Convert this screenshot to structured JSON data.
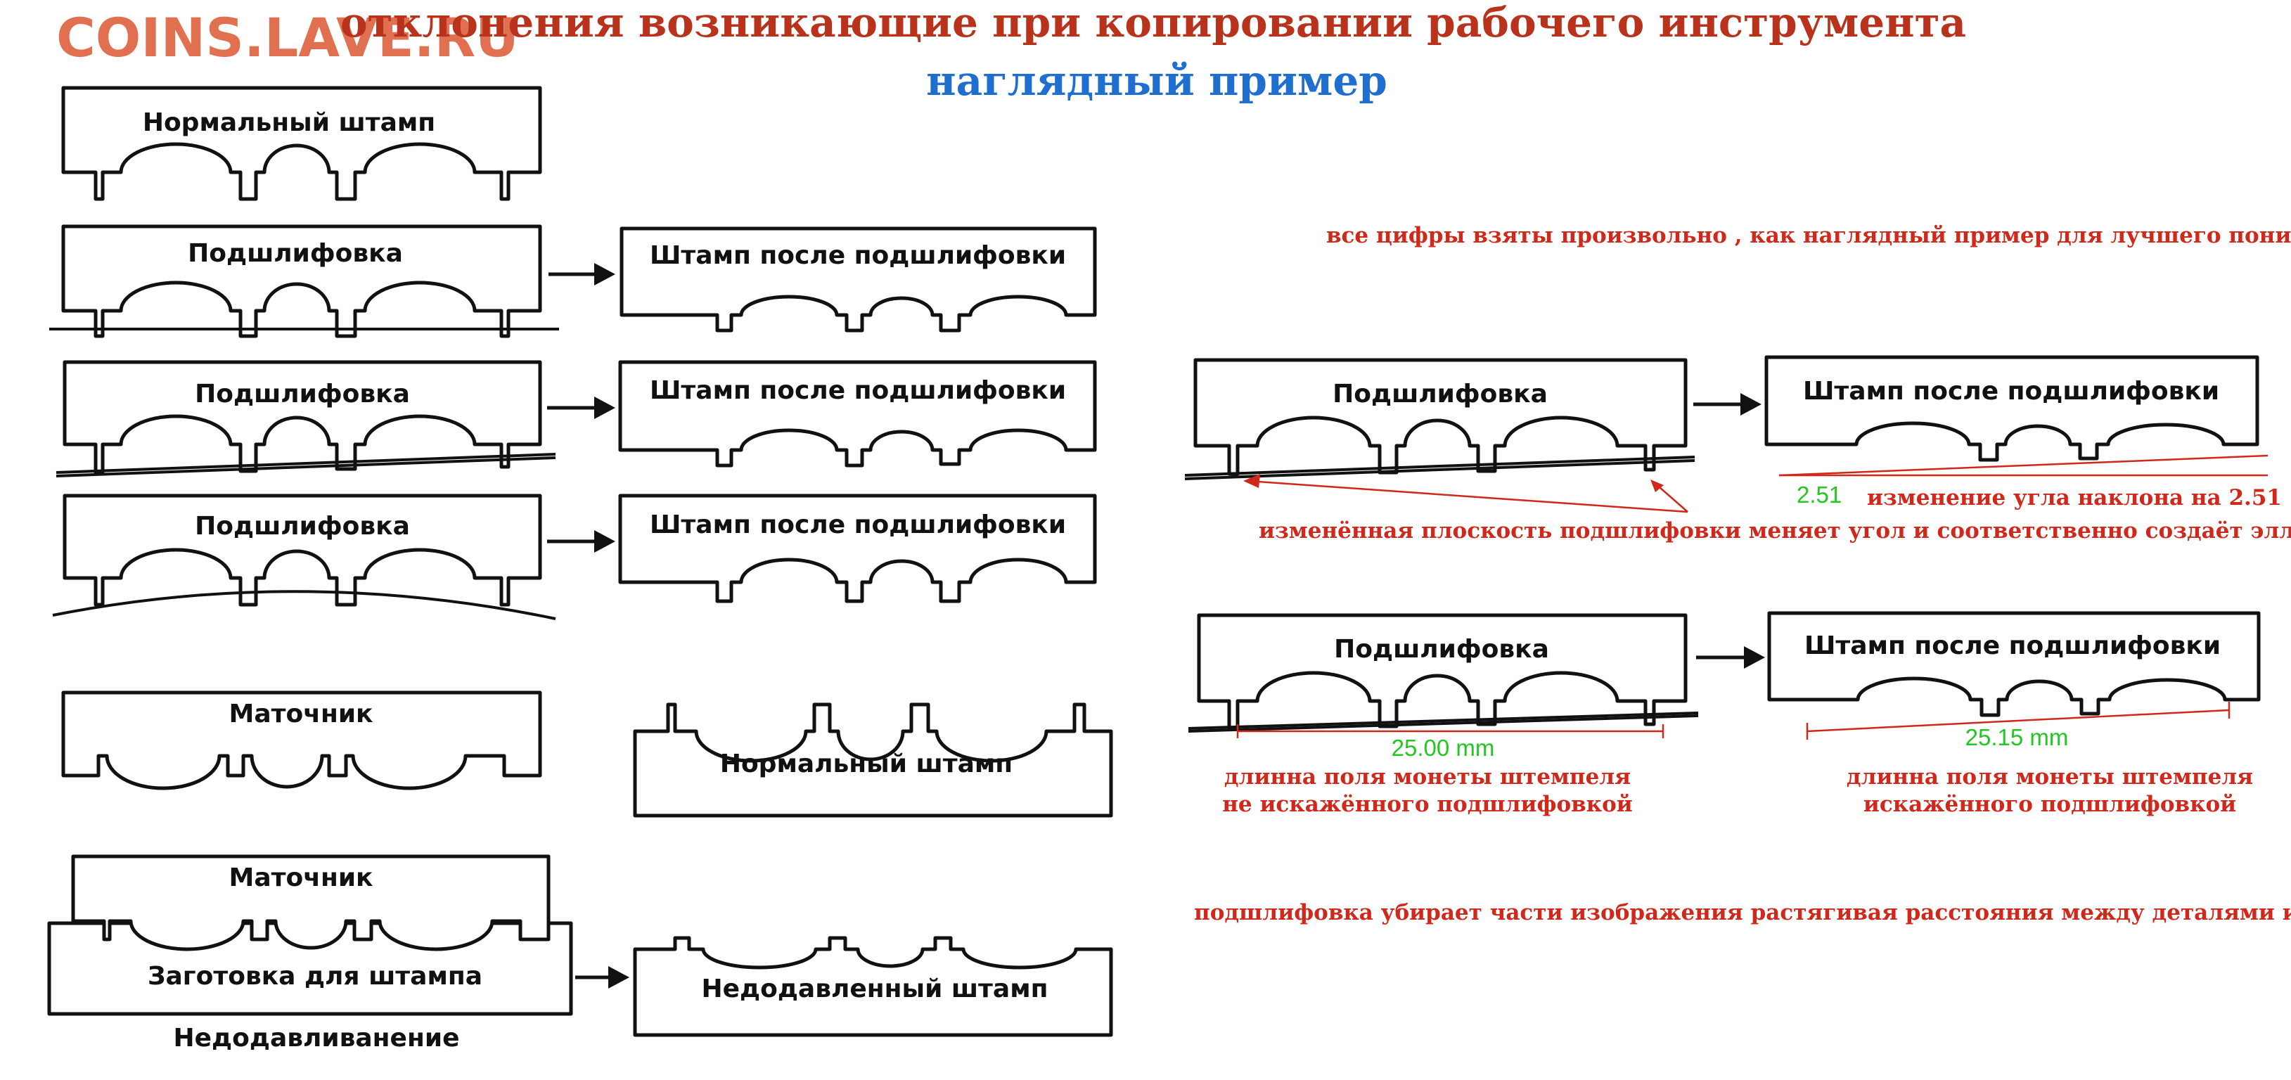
{
  "watermark": "COINS.LAVE.RU",
  "header": {
    "title": "отклонения возникающие при копировании рабочего инструмента",
    "subtitle": "наглядный пример"
  },
  "labels": {
    "normal_stamp": "Нормальный штамп",
    "regrinding": "Подшлифовка",
    "stamp_after_regrinding": "Штамп после подшлифовки",
    "master": "Маточник",
    "blank": "Заготовка для штампа",
    "underpressed_stamp": "Недодавленный штамп",
    "underpressing": "Недодавливанение"
  },
  "notes": {
    "arbitrary_numbers": "все цифры взяты произвольно , как наглядный пример для лучшего понимания",
    "angle_change": "изменение угла наклона на 2.51",
    "angle_value": "2.51",
    "ellipse_note": "изменённая плоскость  подшлифовки меняет угол и соответственно создаёт эллипс",
    "length_normal": "25.00 mm",
    "length_distorted": "25.15 mm",
    "field_normal_line1": "длинна поля монеты штемпеля",
    "field_normal_line2": "не искажённого подшлифовкой",
    "field_distorted_line1": "длинна поля монеты штемпеля",
    "field_distorted_line2": "искажённого подшлифовкой",
    "bottom_note": "подшлифовка  убирает части изображения растягивая расстояния между деталями изображения"
  },
  "colors": {
    "title_red": "#b8321c",
    "subtitle_blue": "#1f6fd1",
    "note_red": "#d0281a",
    "measure_green": "#22c722",
    "watermark": "#e07050"
  }
}
